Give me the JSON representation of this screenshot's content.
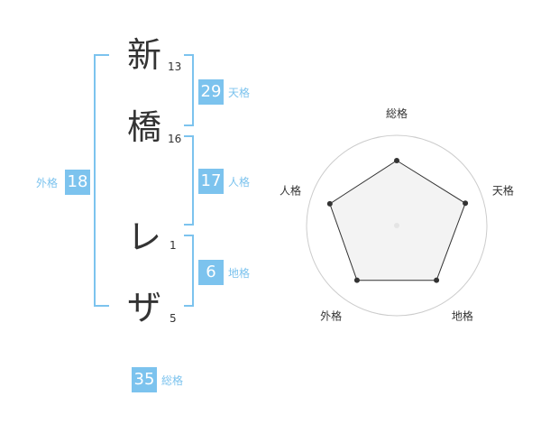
{
  "name": {
    "chars": [
      {
        "char": "新",
        "strokes": "13"
      },
      {
        "char": "橋",
        "strokes": "16"
      },
      {
        "char": "レ",
        "strokes": "1"
      },
      {
        "char": "ザ",
        "strokes": "5"
      }
    ]
  },
  "kaku": {
    "tenkaku": {
      "value": "29",
      "label": "天格"
    },
    "jinkaku": {
      "value": "17",
      "label": "人格"
    },
    "chikaku": {
      "value": "6",
      "label": "地格"
    },
    "gaikaku": {
      "value": "18",
      "label": "外格"
    },
    "soukaku": {
      "value": "35",
      "label": "総格"
    }
  },
  "colors": {
    "accent": "#7cc3ee",
    "text": "#333333"
  },
  "radar": {
    "labels": [
      "総格",
      "天格",
      "地格",
      "外格",
      "人格"
    ],
    "values": [
      0.72,
      0.8,
      0.75,
      0.75,
      0.78
    ],
    "rings": 4
  }
}
